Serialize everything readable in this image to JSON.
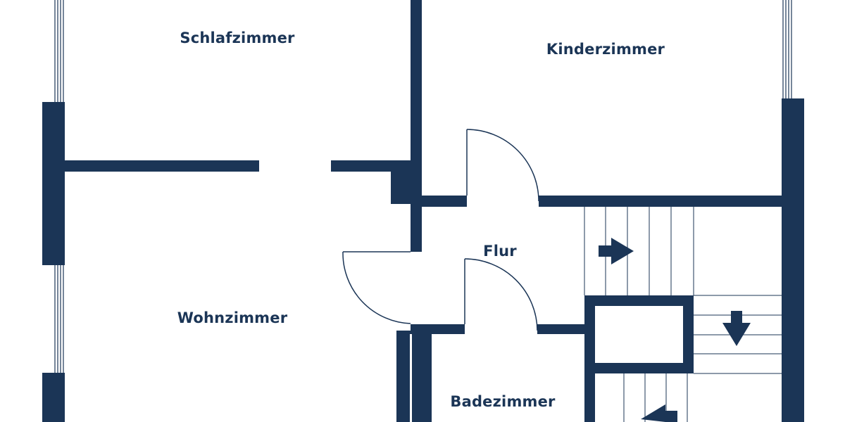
{
  "colors": {
    "wall": "#1b3556",
    "line": "#1b3556",
    "background": "#ffffff"
  },
  "rooms": {
    "schlafzimmer": "Schlafzimmer",
    "kinderzimmer": "Kinderzimmer",
    "flur": "Flur",
    "wohnzimmer": "Wohnzimmer",
    "badezimmer": "Badezimmer"
  },
  "icons": {
    "stair_arrow_1": "arrow-right-icon",
    "stair_arrow_2": "arrow-down-icon",
    "stair_arrow_3": "arrow-left-icon"
  }
}
